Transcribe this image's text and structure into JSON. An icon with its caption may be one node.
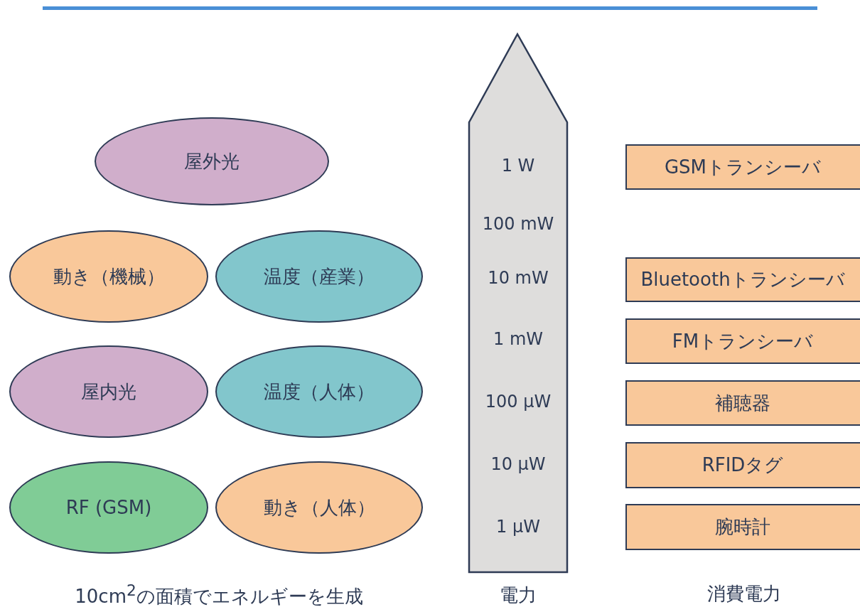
{
  "diagram": {
    "nodes": [
      {
        "text": [
          "屋外光"
        ]
      },
      {
        "text": [
          "動き（機械）"
        ]
      },
      {
        "text": [
          "温度（産業）"
        ]
      },
      {
        "text": [
          "屋内光"
        ]
      },
      {
        "text": [
          "温度（人体）"
        ]
      },
      {
        "text": [
          "RF (GSM)"
        ]
      },
      {
        "text": [
          "動き（人体）"
        ]
      },
      {
        "text": [
          "1 W",
          "100 mW",
          "10 mW",
          "1 mW",
          "100 µW",
          "10 µW",
          "1 µW"
        ],
        "beside": [
          "電力"
        ]
      },
      {
        "text": [
          "GSMトランシーバ"
        ]
      },
      {
        "text": [
          "Bluetoothトランシーバ"
        ]
      },
      {
        "text": [
          "FMトランシーバ"
        ]
      },
      {
        "text": [
          "補聴器"
        ]
      },
      {
        "text": [
          "RFIDタグ"
        ]
      },
      {
        "text": [
          "腕時計"
        ]
      }
    ],
    "labels": [
      "10cm$^{2}$の面積でエネルギーを生成",
      "消費電力"
    ]
  }
}
